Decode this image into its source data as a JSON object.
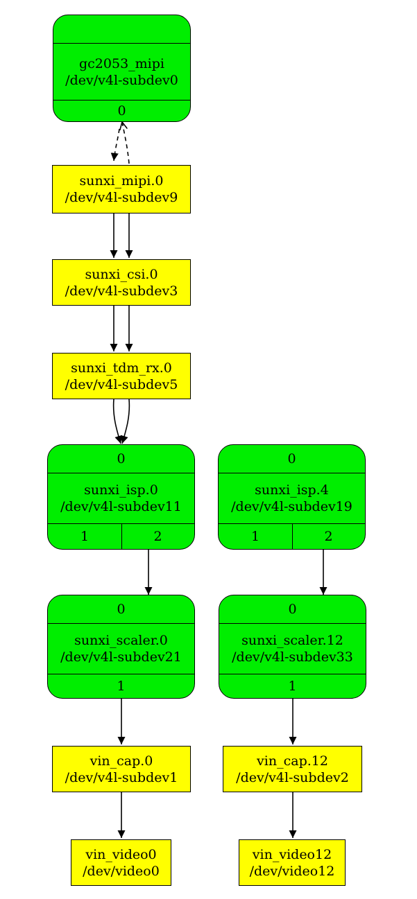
{
  "nodes": {
    "gc2053_mipi": {
      "name": "gc2053_mipi",
      "dev": "/dev/v4l-subdev0",
      "pad_out": "0"
    },
    "sunxi_mipi": {
      "name": "sunxi_mipi.0",
      "dev": "/dev/v4l-subdev9"
    },
    "sunxi_csi": {
      "name": "sunxi_csi.0",
      "dev": "/dev/v4l-subdev3"
    },
    "sunxi_tdm_rx": {
      "name": "sunxi_tdm_rx.0",
      "dev": "/dev/v4l-subdev5"
    },
    "sunxi_isp0": {
      "name": "sunxi_isp.0",
      "dev": "/dev/v4l-subdev11",
      "pad_in": "0",
      "pad_out1": "1",
      "pad_out2": "2"
    },
    "sunxi_isp4": {
      "name": "sunxi_isp.4",
      "dev": "/dev/v4l-subdev19",
      "pad_in": "0",
      "pad_out1": "1",
      "pad_out2": "2"
    },
    "sunxi_scaler0": {
      "name": "sunxi_scaler.0",
      "dev": "/dev/v4l-subdev21",
      "pad_in": "0",
      "pad_out": "1"
    },
    "sunxi_scaler12": {
      "name": "sunxi_scaler.12",
      "dev": "/dev/v4l-subdev33",
      "pad_in": "0",
      "pad_out": "1"
    },
    "vin_cap0": {
      "name": "vin_cap.0",
      "dev": "/dev/v4l-subdev1"
    },
    "vin_cap12": {
      "name": "vin_cap.12",
      "dev": "/dev/v4l-subdev2"
    },
    "vin_video0": {
      "name": "vin_video0",
      "dev": "/dev/video0"
    },
    "vin_video12": {
      "name": "vin_video12",
      "dev": "/dev/video12"
    }
  },
  "colors": {
    "entity": "#00ee00",
    "device": "#ffff00",
    "stroke": "#000000"
  },
  "edges": [
    {
      "from": "gc2053_mipi",
      "to": "sunxi_mipi",
      "style": "dashed"
    },
    {
      "from": "sunxi_mipi",
      "to": "gc2053_mipi",
      "style": "dashed"
    },
    {
      "from": "sunxi_mipi",
      "to": "sunxi_csi",
      "style": "solid"
    },
    {
      "from": "sunxi_mipi",
      "to": "sunxi_csi",
      "style": "solid"
    },
    {
      "from": "sunxi_csi",
      "to": "sunxi_tdm_rx",
      "style": "solid"
    },
    {
      "from": "sunxi_csi",
      "to": "sunxi_tdm_rx",
      "style": "solid"
    },
    {
      "from": "sunxi_tdm_rx",
      "to": "sunxi_isp0",
      "style": "solid"
    },
    {
      "from": "sunxi_tdm_rx",
      "to": "sunxi_isp0",
      "style": "solid"
    },
    {
      "from": "sunxi_isp0",
      "to": "sunxi_scaler0",
      "style": "solid"
    },
    {
      "from": "sunxi_isp4",
      "to": "sunxi_scaler12",
      "style": "solid"
    },
    {
      "from": "sunxi_scaler0",
      "to": "vin_cap0",
      "style": "solid"
    },
    {
      "from": "sunxi_scaler12",
      "to": "vin_cap12",
      "style": "solid"
    },
    {
      "from": "vin_cap0",
      "to": "vin_video0",
      "style": "solid"
    },
    {
      "from": "vin_cap12",
      "to": "vin_video12",
      "style": "solid"
    }
  ]
}
